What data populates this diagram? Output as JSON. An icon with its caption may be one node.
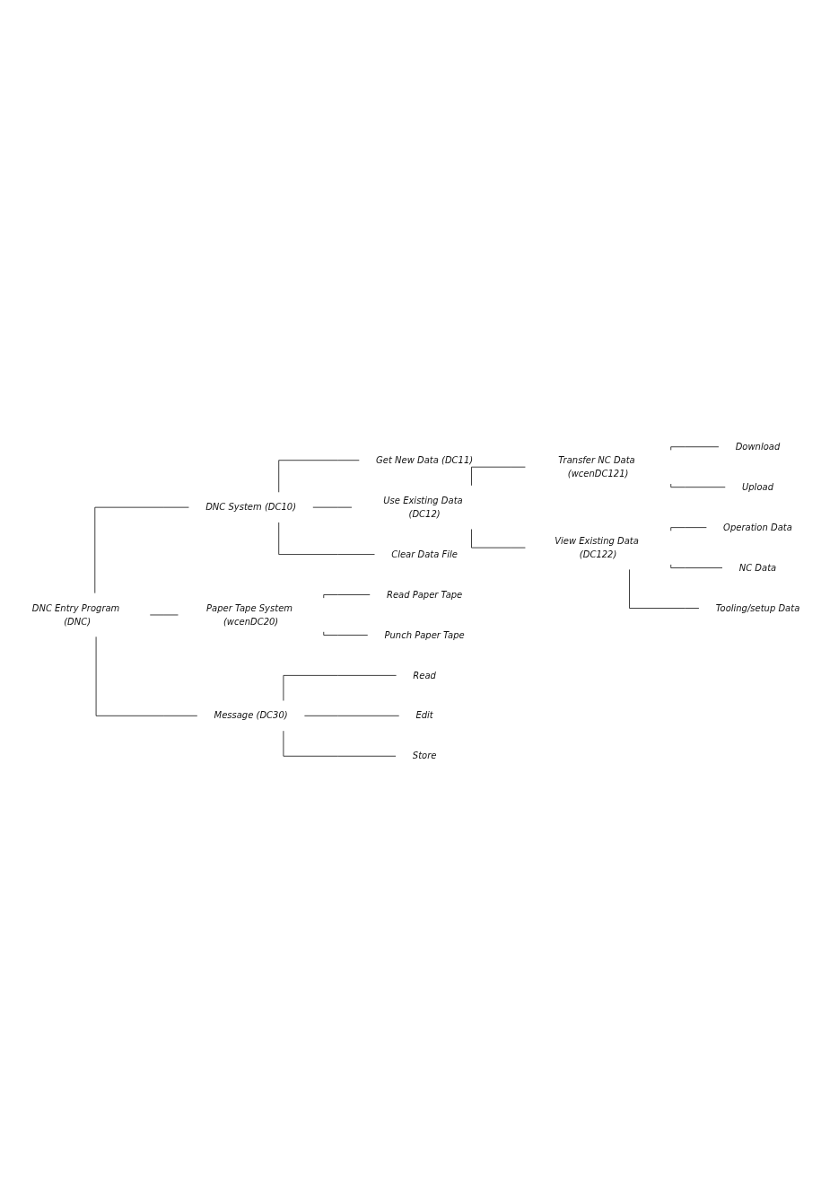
{
  "diagram": {
    "nodes": [
      {
        "text": [
          "DNC Entry Program (DNC)"
        ]
      },
      {
        "text": [
          "DNC System (DC10)"
        ]
      },
      {
        "text": [
          "Get New Data (DC11)"
        ]
      },
      {
        "text": [
          "Use Existing Data (DC12)"
        ]
      },
      {
        "text": [
          "Transfer NC Data (wcenDC121)"
        ]
      },
      {
        "text": [
          "Download"
        ]
      },
      {
        "text": [
          "Upload"
        ]
      },
      {
        "text": [
          "View Existing Data (DC122)"
        ]
      },
      {
        "text": [
          "Operation Data"
        ]
      },
      {
        "text": [
          "NC Data"
        ]
      },
      {
        "text": [
          "Tooling/setup Data"
        ]
      },
      {
        "text": [
          "Clear Data File"
        ]
      },
      {
        "text": [
          "Paper Tape System (wcenDC20)"
        ]
      },
      {
        "text": [
          "Read Paper Tape"
        ]
      },
      {
        "text": [
          "Punch Paper Tape"
        ]
      },
      {
        "text": [
          "Message (DC30)"
        ]
      },
      {
        "text": [
          "Read"
        ]
      },
      {
        "text": [
          "Edit"
        ]
      },
      {
        "text": [
          "Store"
        ]
      }
    ],
    "edges": [
      {
        "from": 0,
        "to": 1,
        "arrow": "none"
      },
      {
        "from": 1,
        "to": 2,
        "arrow": "none"
      },
      {
        "from": 1,
        "to": 3,
        "arrow": "none"
      },
      {
        "from": 3,
        "to": 4,
        "arrow": "none"
      },
      {
        "from": 4,
        "to": 5,
        "arrow": "none"
      },
      {
        "from": 4,
        "to": 6,
        "arrow": "none"
      },
      {
        "from": 3,
        "to": 7,
        "arrow": "none"
      },
      {
        "from": 7,
        "to": 8,
        "arrow": "none"
      },
      {
        "from": 7,
        "to": 9,
        "arrow": "none"
      },
      {
        "from": 7,
        "to": 10,
        "arrow": "none"
      },
      {
        "from": 1,
        "to": 11,
        "arrow": "none"
      },
      {
        "from": 0,
        "to": 12,
        "arrow": "none"
      },
      {
        "from": 12,
        "to": 13,
        "arrow": "none"
      },
      {
        "from": 12,
        "to": 14,
        "arrow": "none"
      },
      {
        "from": 0,
        "to": 15,
        "arrow": "none"
      },
      {
        "from": 15,
        "to": 16,
        "arrow": "none"
      },
      {
        "from": 15,
        "to": 17,
        "arrow": "none"
      },
      {
        "from": 15,
        "to": 18,
        "arrow": "none"
      }
    ]
  }
}
